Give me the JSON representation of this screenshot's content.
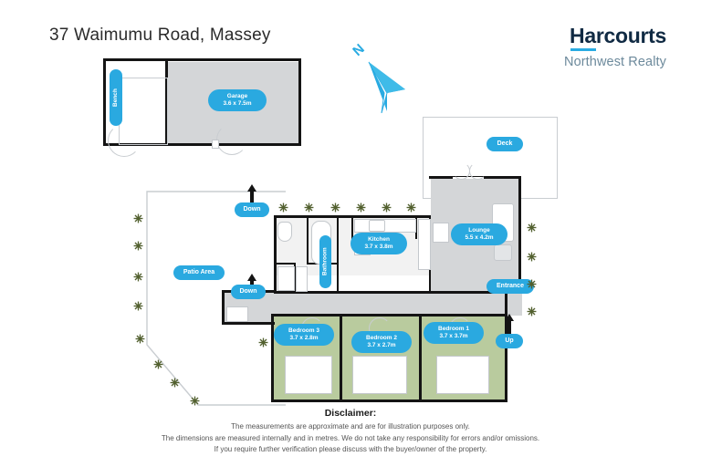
{
  "header": {
    "title": "37 Waimumu Road, Massey",
    "brand_main": "Harcourts",
    "brand_sub": "Northwest Realty"
  },
  "compass": {
    "label": "N"
  },
  "colors": {
    "accent_blue": "#2aa9e0",
    "brand_navy": "#102a43",
    "brand_sub": "#6d8a9c",
    "wall": "#141414",
    "room_grey": "#d4d6d8",
    "bedroom_green": "#b9cb9e",
    "shrub_green": "#52602f"
  },
  "rooms": [
    {
      "name": "garage",
      "label": "Garage",
      "dimensions": "3.6 x 7.5m"
    },
    {
      "name": "bench",
      "label": "Bench",
      "dimensions": ""
    },
    {
      "name": "kitchen",
      "label": "Kitchen",
      "dimensions": "3.7 x 3.8m"
    },
    {
      "name": "lounge",
      "label": "Lounge",
      "dimensions": "5.5 x 4.2m"
    },
    {
      "name": "bathroom",
      "label": "Bathroom",
      "dimensions": ""
    },
    {
      "name": "bedroom-1",
      "label": "Bedroom 1",
      "dimensions": "3.7 x 3.7m"
    },
    {
      "name": "bedroom-2",
      "label": "Bedroom 2",
      "dimensions": "3.7 x 2.7m"
    },
    {
      "name": "bedroom-3",
      "label": "Bedroom 3",
      "dimensions": "3.7 x 2.8m"
    }
  ],
  "markers": {
    "deck": "Deck",
    "patio_area": "Patio Area",
    "entrance": "Entrance",
    "up": "Up",
    "down_upper": "Down",
    "down_lower": "Down"
  },
  "disclaimer": {
    "heading": "Disclaimer:",
    "line1": "The measurements are approximate and are for illustration purposes only.",
    "line2": "The dimensions are measured internally and in metres. We do not take any responsibility for errors and/or omissions.",
    "line3": "If you require further verification please discuss with the buyer/owner of the property."
  }
}
